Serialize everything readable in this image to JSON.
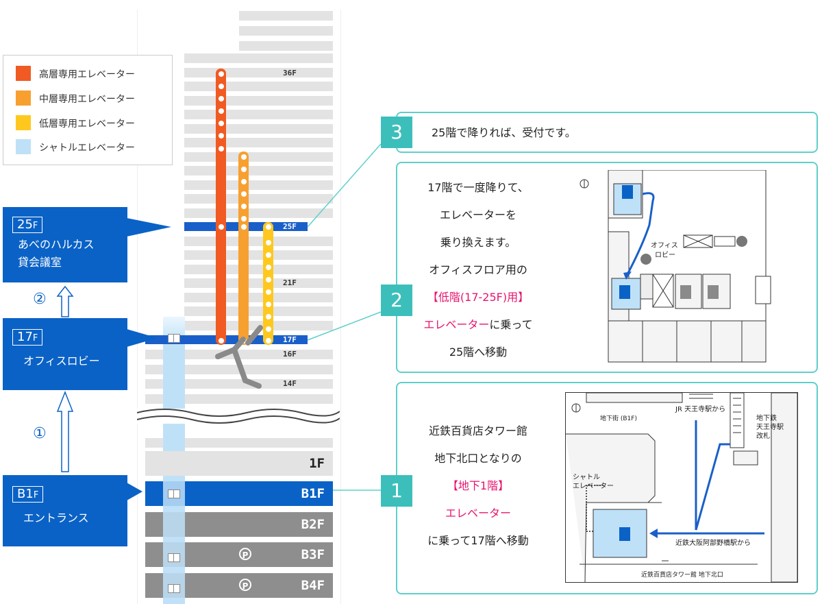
{
  "legend": {
    "items": [
      {
        "label": "高層専用エレベーター",
        "color": "#f15a22"
      },
      {
        "label": "中層専用エレベーター",
        "color": "#f7a030"
      },
      {
        "label": "低層専用エレベーター",
        "color": "#ffc81e"
      },
      {
        "label": "シャトルエレベーター",
        "color": "#bfe1f8"
      }
    ]
  },
  "floors": {
    "f36": "36F",
    "f25": "25F",
    "f21": "21F",
    "f17": "17F",
    "f16": "16F",
    "f14": "14F",
    "f1": "1F",
    "b1": "B1F",
    "b2": "B2F",
    "b3": "B3F",
    "b4": "B4F",
    "parking_symbol": "P"
  },
  "callouts": {
    "c25": {
      "tag": "25",
      "tag_suffix": "F",
      "line1": "あべのハルカス",
      "line2": "貸会議室"
    },
    "c17": {
      "tag": "17",
      "tag_suffix": "F",
      "line1": "オフィスロビー"
    },
    "cb1": {
      "tag": "B1",
      "tag_suffix": "F",
      "line1": "エントランス"
    }
  },
  "steps": {
    "step1": "①",
    "step2": "②"
  },
  "panels": {
    "p3": {
      "num": "3",
      "text": "25階で降りれば、受付です。"
    },
    "p2": {
      "num": "2",
      "l1": "17階で一度降りて、",
      "l2": "エレベーターを",
      "l3": "乗り換えます。",
      "l4": "オフィスフロア用の",
      "l5": "【低階(17-25F)用】",
      "l6a": "エレベーター",
      "l6b": "に乗って",
      "l7": "25階へ移動",
      "map_lobby1": "オフィス",
      "map_lobby2": "ロビー"
    },
    "p1": {
      "num": "1",
      "l1": "近鉄百貨店タワー館",
      "l2": "地下北口となりの",
      "l3": "【地下1階】",
      "l4": "エレベーター",
      "l5": "に乗って17階へ移動",
      "map_underground": "地下街 (B1F)",
      "map_jr": "JR 天王寺駅から",
      "map_subway1": "地下鉄",
      "map_subway2": "天王寺駅",
      "map_subway3": "改札",
      "map_shuttle1": "シャトル",
      "map_shuttle2": "エレベーター",
      "map_kintetsu": "近鉄大阪阿部野橋駅から",
      "map_exit": "近鉄百貨店タワー館 地下北口"
    }
  }
}
